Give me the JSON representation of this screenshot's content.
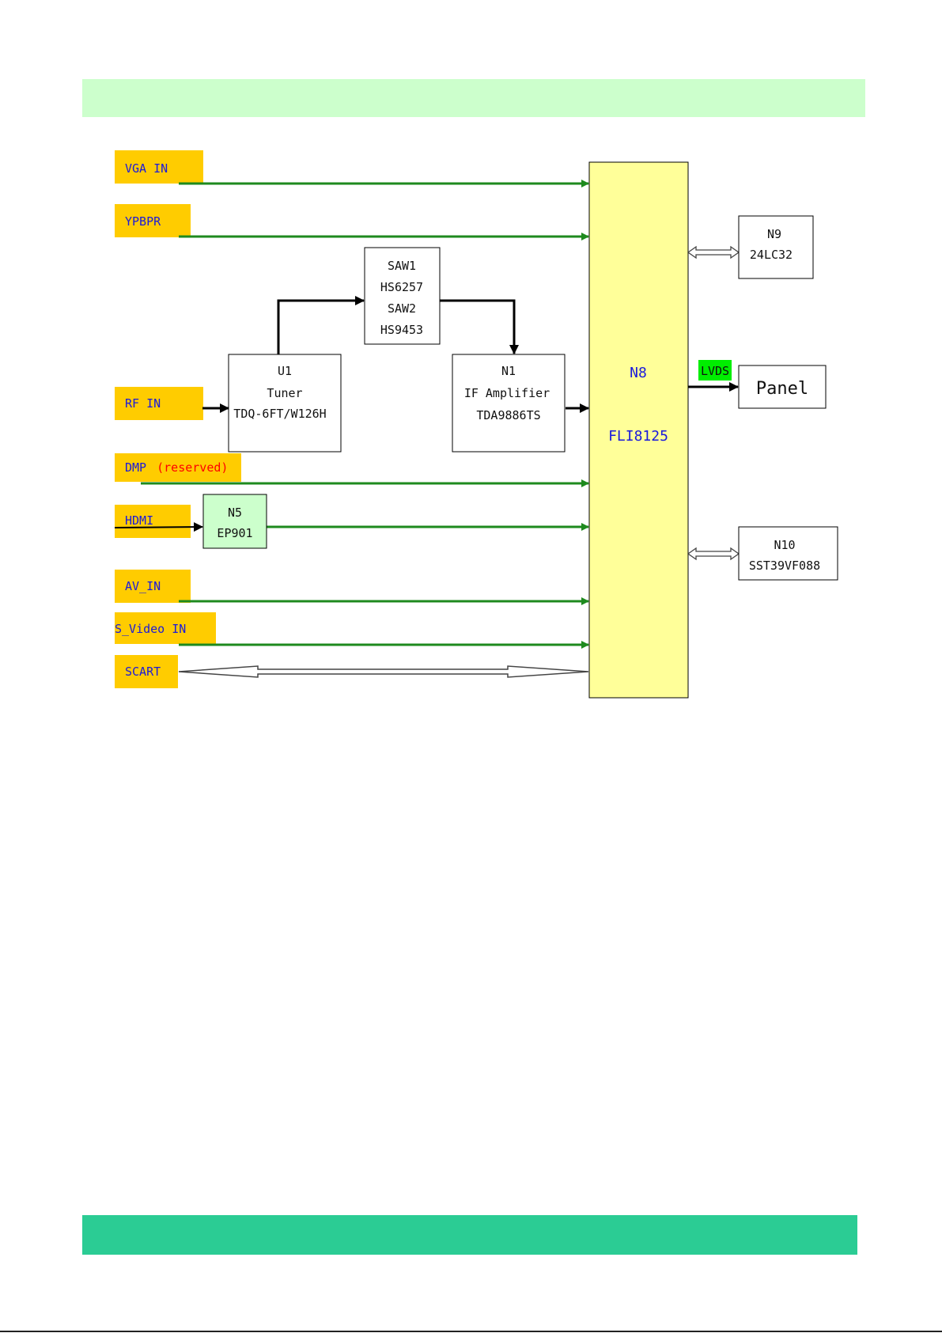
{
  "inputs": {
    "vga": "VGA IN",
    "ypbpr": "YPBPR",
    "rf": "RF IN",
    "dmp": "DMP",
    "dmp_note": "(reserved)",
    "hdmi": "HDMI",
    "av": "AV_IN",
    "svideo": "S_Video IN",
    "scart": "SCART"
  },
  "blocks": {
    "saw": {
      "line1": "SAW1",
      "line2": "HS6257",
      "line3": "SAW2",
      "line4": "HS9453"
    },
    "tuner": {
      "line1": "U1",
      "line2": "Tuner",
      "line3": "TDQ-6FT/W126H"
    },
    "if_amp": {
      "line1": "N1",
      "line2": "IF Amplifier",
      "line3": "TDA9886TS"
    },
    "hdmi_rx": {
      "line1": "N5",
      "line2": "EP901"
    },
    "main": {
      "line1": "N8",
      "line2": "FLI8125"
    },
    "eeprom": {
      "line1": "N9",
      "line2": "24LC32"
    },
    "flash": {
      "line1": "N10",
      "line2": "SST39VF088"
    },
    "panel": "Panel",
    "lvds": "LVDS"
  },
  "colors": {
    "input_label_bg": "#ffcc00",
    "main_chip_bg": "#ffff99",
    "hdmi_block_bg": "#ccffcc",
    "lvds_bg": "#00ee00",
    "signal_line": "#1e8a1e",
    "header_band": "#ccffcc",
    "footer_band": "#2bcc94"
  }
}
